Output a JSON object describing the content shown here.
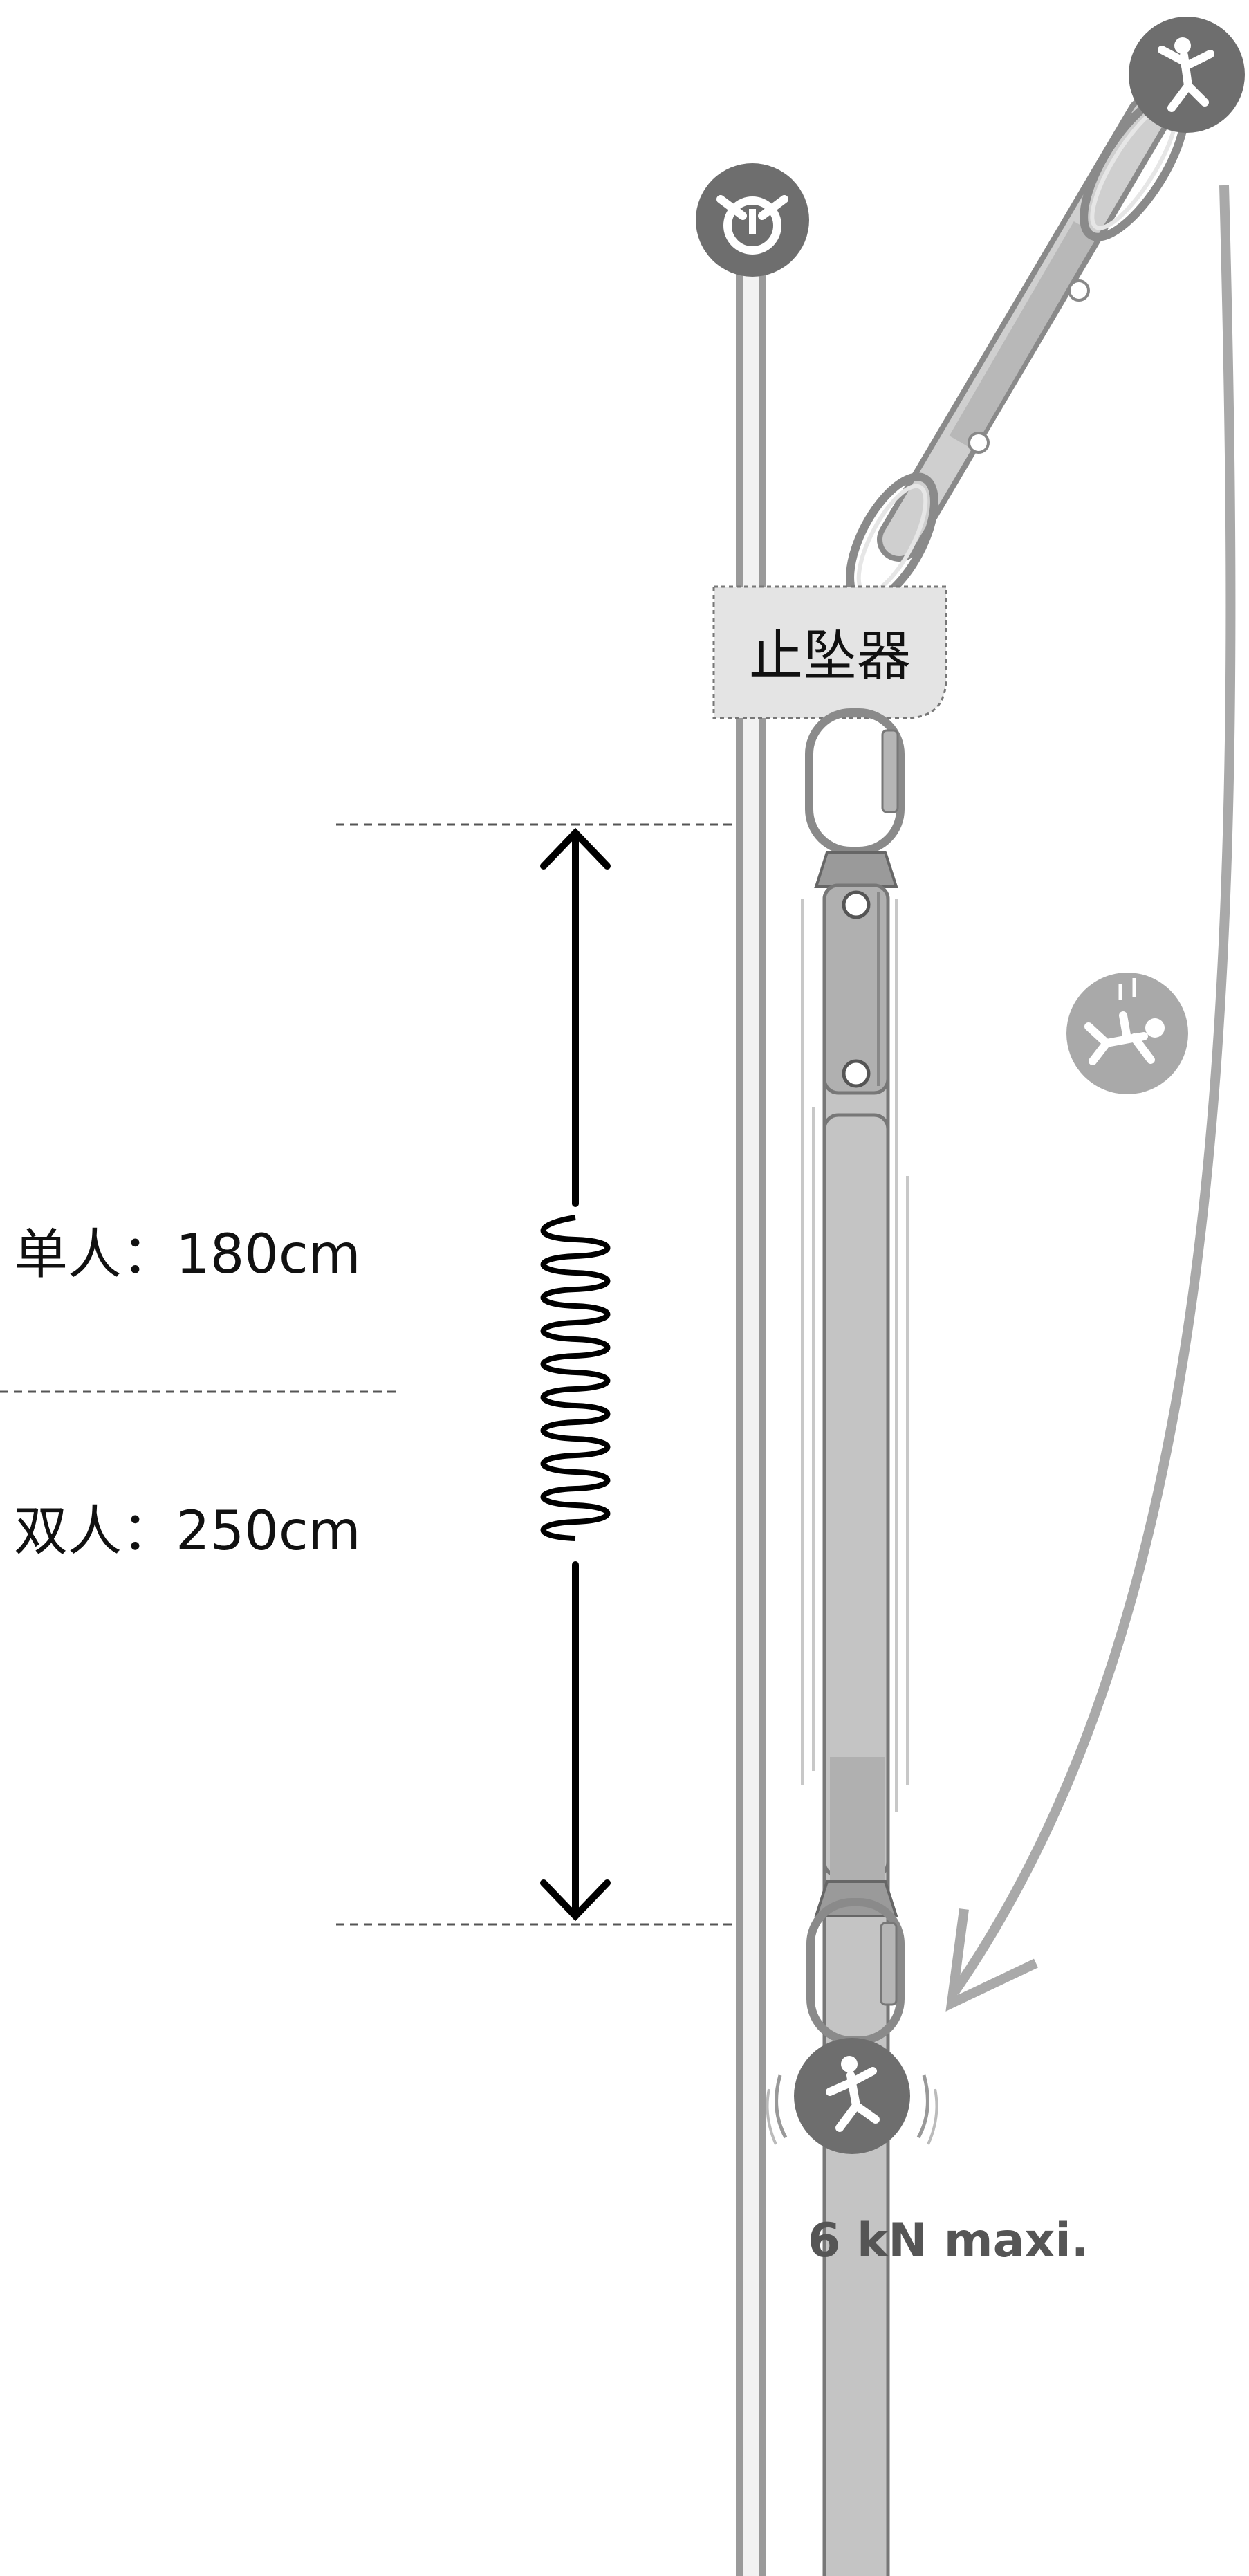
{
  "device_label": "止坠器",
  "labels": {
    "single": "单人：180cm",
    "double": "双人：250cm"
  },
  "force_label": "6 kN maxi.",
  "icons": {
    "anchor": "anchor-icon",
    "climber": "climber-icon",
    "falling": "falling-person-icon",
    "fallen": "fallen-person-icon"
  },
  "colors": {
    "rope": "#9a9a9a",
    "icon_bg": "#6e6e6e",
    "icon_bg_light": "#a9a9a9",
    "absorber": "#c4c4c4",
    "text": "#111111",
    "force_text": "#555555"
  }
}
